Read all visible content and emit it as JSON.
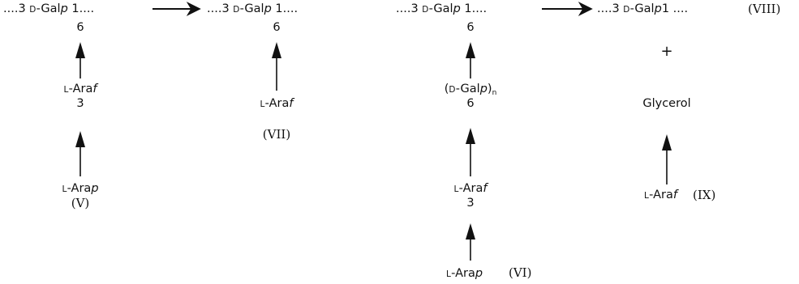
{
  "chain_v": {
    "dots": "....",
    "pos": "3",
    "d_prefix": "D",
    "sugar": "-Gal",
    "ring": "p",
    "link": "1",
    "branch_pos": "6",
    "ara_f_prefix": "L",
    "ara_f": "-Ara",
    "ara_f_ring": "f",
    "ara_f_pos": "3",
    "ara_p_prefix": "L",
    "ara_p": "-Ara",
    "ara_p_ring": "p",
    "label": "(V)"
  },
  "chain_vii": {
    "dots": "....",
    "pos": "3",
    "d_prefix": "D",
    "sugar": "-Gal",
    "ring": "p",
    "link": "1",
    "branch_pos": "6",
    "ara_f_prefix": "L",
    "ara_f": "-Ara",
    "ara_f_ring": "f",
    "label": "(VII)"
  },
  "chain_vi": {
    "dots": "....",
    "pos": "3",
    "d_prefix": "D",
    "sugar": "-Gal",
    "ring": "p",
    "link": "1",
    "branch_pos": "6",
    "galn_prefix": "D",
    "galn": "-Gal",
    "galn_ring": "p",
    "galn_n": "n",
    "galn_pos": "6",
    "ara_f_prefix": "L",
    "ara_f": "-Ara",
    "ara_f_ring": "f",
    "ara_f_pos": "3",
    "ara_p_prefix": "L",
    "ara_p": "-Ara",
    "ara_p_ring": "p",
    "label": "(VI)"
  },
  "chain_viii": {
    "dots": "....",
    "pos": "3",
    "d_prefix": "D",
    "sugar": "-Gal",
    "ring": "p",
    "link": "1",
    "label": "(VIII)",
    "plus": "+",
    "glycerol": "Glycerol",
    "ara_f_prefix": "L",
    "ara_f": "-Ara",
    "ara_f_ring": "f",
    "ix_label": "(IX)"
  }
}
